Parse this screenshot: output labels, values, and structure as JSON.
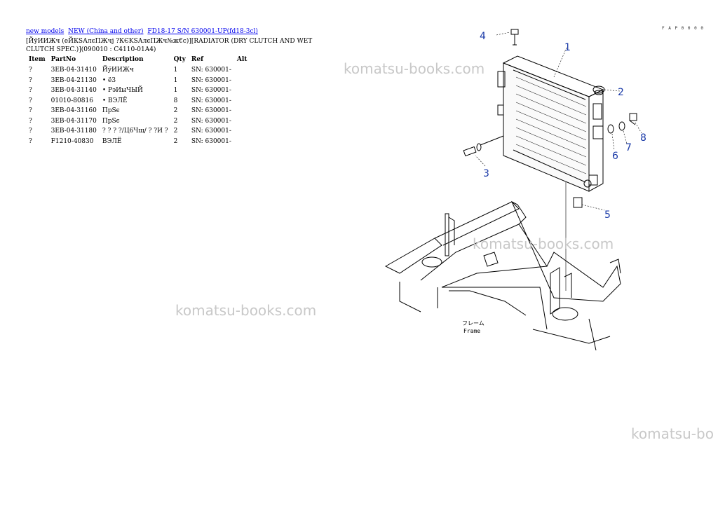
{
  "breadcrumb": [
    {
      "label": "new models"
    },
    {
      "label": "NEW (China and other)"
    },
    {
      "label": "FD18-17 S/N 630001-UP(fd18-3cl)"
    }
  ],
  "title": "[ЙўИИЖч (еЙКSАлєПЖчј ?КЄKSАлєПЖч№ж€с)][RADIATOR (DRY CLUTCH AND WET CLUTCH SPEC.)](090010 : C4110-01A4)",
  "table": {
    "headers": [
      "Item",
      "PartNo",
      "Description",
      "Qty",
      "Ref",
      "Alt"
    ],
    "rows": [
      {
        "item": "?",
        "part": "3EB-04-31410",
        "desc": "ЙўИИЖч",
        "qty": "1",
        "ref": "SN: 630001-",
        "alt": ""
      },
      {
        "item": "?",
        "part": "3EB-04-21130",
        "desc": "• ё3",
        "qty": "1",
        "ref": "SN: 630001-",
        "alt": ""
      },
      {
        "item": "?",
        "part": "3EB-04-31140",
        "desc": "• РэИыЧЫЙ",
        "qty": "1",
        "ref": "SN: 630001-",
        "alt": ""
      },
      {
        "item": "?",
        "part": "01010-80816",
        "desc": "• ВЭЛЁ",
        "qty": "8",
        "ref": "SN: 630001-",
        "alt": ""
      },
      {
        "item": "?",
        "part": "3EB-04-31160",
        "desc": "ПрЅє",
        "qty": "2",
        "ref": "SN: 630001-",
        "alt": ""
      },
      {
        "item": "?",
        "part": "3EB-04-31170",
        "desc": "ПрЅє",
        "qty": "2",
        "ref": "SN: 630001-",
        "alt": ""
      },
      {
        "item": "?",
        "part": "3EB-04-31180",
        "desc": "? ? ? ?/Ц6Чщ/ ? ?И ?",
        "qty": "2",
        "ref": "SN: 630001-",
        "alt": ""
      },
      {
        "item": "?",
        "part": "F1210-40830",
        "desc": "ВЭЛЁ",
        "qty": "2",
        "ref": "SN: 630001-",
        "alt": ""
      }
    ]
  },
  "diagram": {
    "callouts": [
      "1",
      "2",
      "3",
      "4",
      "5",
      "6",
      "7",
      "8"
    ],
    "frame_jp": "フレーム",
    "frame_en": "Frame",
    "callout_color": "#1a3aa8"
  },
  "watermark": "komatsu-books.com",
  "watermark_cut": "komatsu-bo",
  "code_top": "F A P 0 0 0 0"
}
